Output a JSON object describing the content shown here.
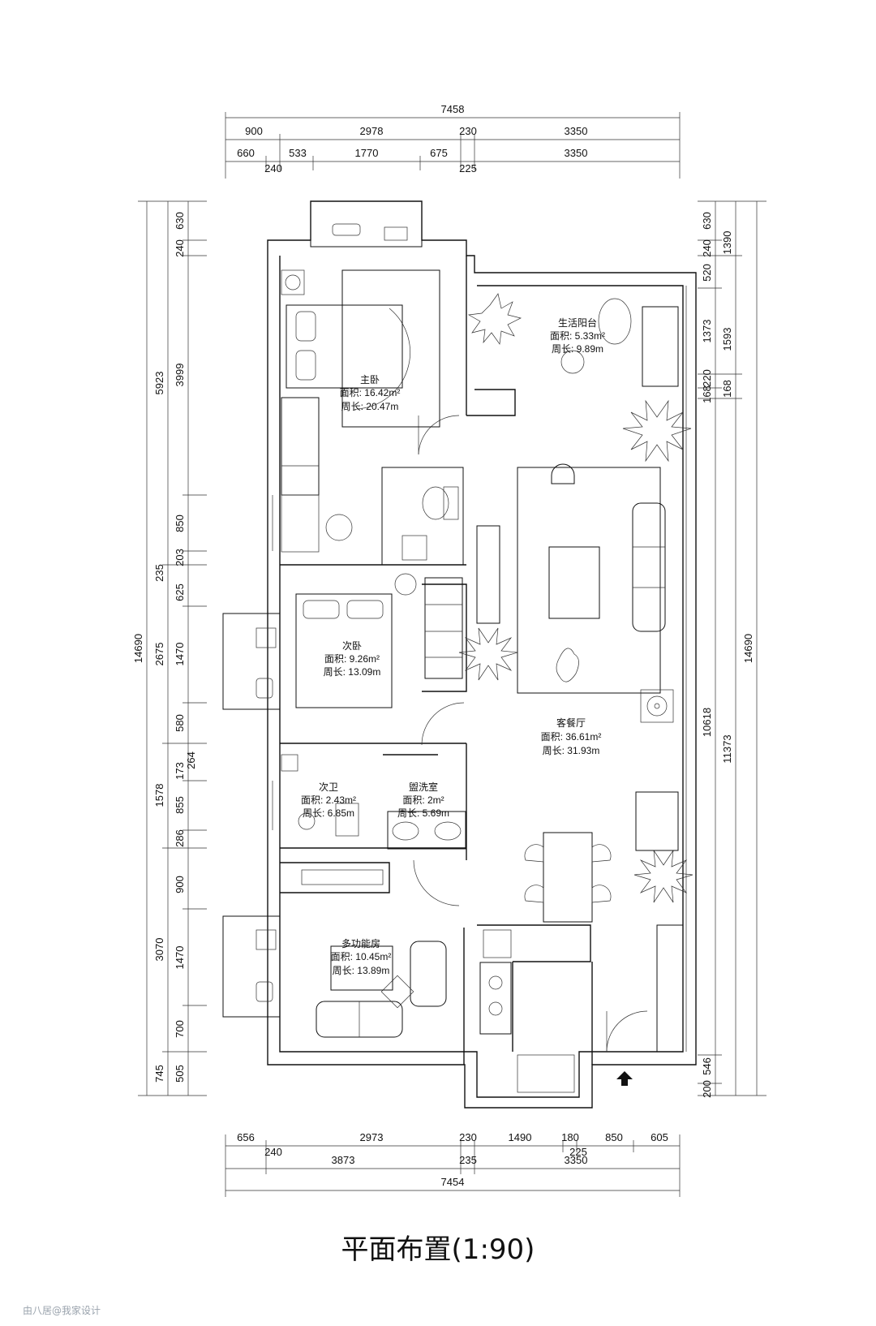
{
  "plan": {
    "title": "平面布置(1:90)",
    "watermark": "由八居@我家设计",
    "top_dims": {
      "row1": [
        "7458"
      ],
      "row2": [
        "900",
        "2978",
        "230",
        "3350"
      ],
      "row3": [
        "660",
        "533",
        "1770",
        "675",
        "3350"
      ],
      "row4": [
        "240",
        "225"
      ]
    },
    "bottom_dims": {
      "row1": [
        "656",
        "2973",
        "230",
        "1490",
        "180",
        "850",
        "605"
      ],
      "row2": [
        "240",
        "225"
      ],
      "row3": [
        "3873",
        "235",
        "3350"
      ],
      "row4": [
        "7454"
      ]
    },
    "left_dims": {
      "outer": [
        "14690"
      ],
      "mid": [
        "5923",
        "235",
        "2675",
        "1578",
        "3070",
        "745"
      ],
      "inner": [
        "630",
        "240",
        "3999",
        "850",
        "203",
        "625",
        "1470",
        "580",
        "173",
        "264",
        "855",
        "286",
        "900",
        "1470",
        "700",
        "505"
      ]
    },
    "right_dims": {
      "outer": [
        "14690"
      ],
      "mid": [
        "1390",
        "1593",
        "168",
        "11373"
      ],
      "inner": [
        "630",
        "240",
        "520",
        "1373",
        "220",
        "168",
        "10618",
        "546",
        "200"
      ]
    },
    "rooms": [
      {
        "name": "主卧",
        "area": "面积: 16.42m²",
        "perimeter": "周长: 20.47m"
      },
      {
        "name": "生活阳台",
        "area": "面积: 5.33m²",
        "perimeter": "周长: 9.89m"
      },
      {
        "name": "次卧",
        "area": "面积: 9.26m²",
        "perimeter": "周长: 13.09m"
      },
      {
        "name": "客餐厅",
        "area": "面积: 36.61m²",
        "perimeter": "周长: 31.93m"
      },
      {
        "name": "次卫",
        "area": "面积: 2.43m²",
        "perimeter": "周长: 6.85m"
      },
      {
        "name": "盥洗室",
        "area": "面积: 2m²",
        "perimeter": "周长: 5.69m"
      },
      {
        "name": "多功能房",
        "area": "面积: 10.45m²",
        "perimeter": "周长: 13.89m"
      }
    ]
  }
}
